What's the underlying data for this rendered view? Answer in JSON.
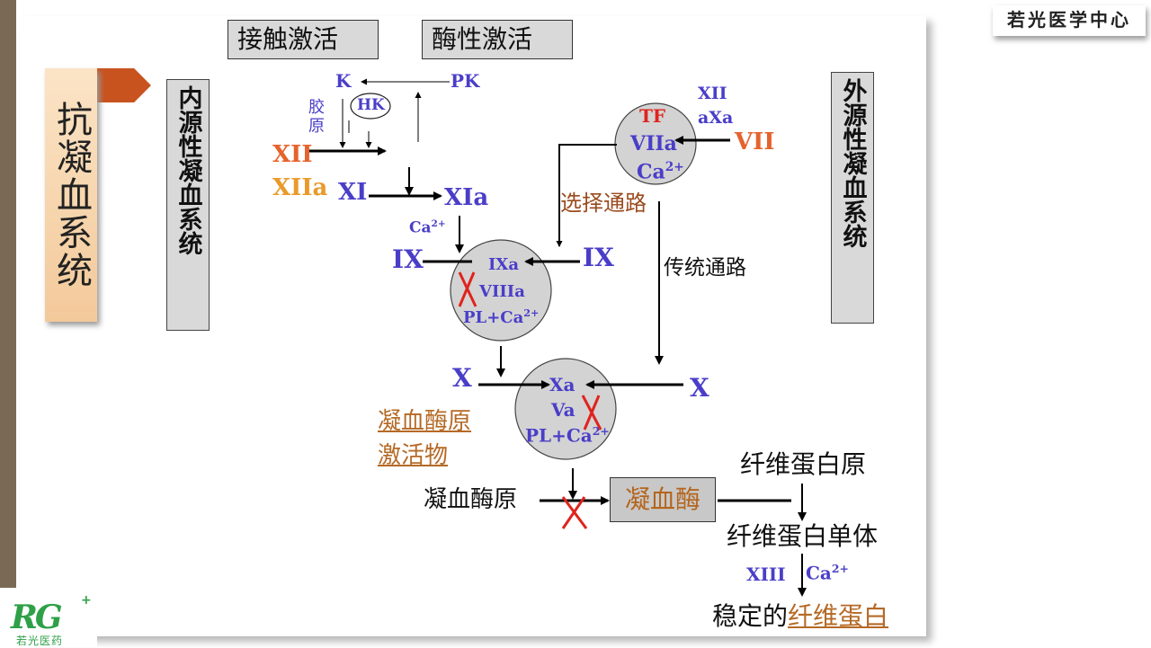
{
  "brand": {
    "title": "若光医学中心"
  },
  "logo": {
    "mark": "RG",
    "text": "若光医药"
  },
  "slide": {
    "title": "抗凝血系统"
  },
  "pathways": {
    "intrinsic": "内源性凝血系统",
    "extrinsic": "外源性凝血系统"
  },
  "activation": {
    "contact": "接触激活",
    "enzyme": "酶性激活"
  },
  "factors": {
    "k": "K",
    "pk": "PK",
    "hk": "HK",
    "collagen": "胶原",
    "xii": "XII",
    "xiia": "XIIa",
    "xi": "XI",
    "xia": "XIa",
    "ca_prefix": "Ca",
    "ca_charge": "2+",
    "ix_left": "IX",
    "ix_right": "IX",
    "ixa": "IXa",
    "viiia": "VIIIa",
    "pl_prefix": "PL+Ca",
    "x_left": "X",
    "x_right": "X",
    "xa": "Xa",
    "va": "Va",
    "tf": "TF",
    "viia": "VIIa",
    "vii": "VII",
    "xii_top": "XII",
    "axa": "aXa",
    "xiii": "XIII"
  },
  "labels": {
    "select_path": "选择通路",
    "classic_path": "传统通路",
    "prothrombin_activator_l1": "凝血酶原",
    "prothrombin_activator_l2": "激活物",
    "prothrombin": "凝血酶原",
    "thrombin": "凝血酶",
    "fibrinogen": "纤维蛋白原",
    "fibrin_monomer": "纤维蛋白单体",
    "stable_prefix": "稳定的",
    "stable_fibrin": "纤维蛋白"
  },
  "colors": {
    "factor_text": "#4a3ec8",
    "inhibit_mark": "#e0231d",
    "banner": "#c8531f",
    "logo": "#2ea048"
  }
}
